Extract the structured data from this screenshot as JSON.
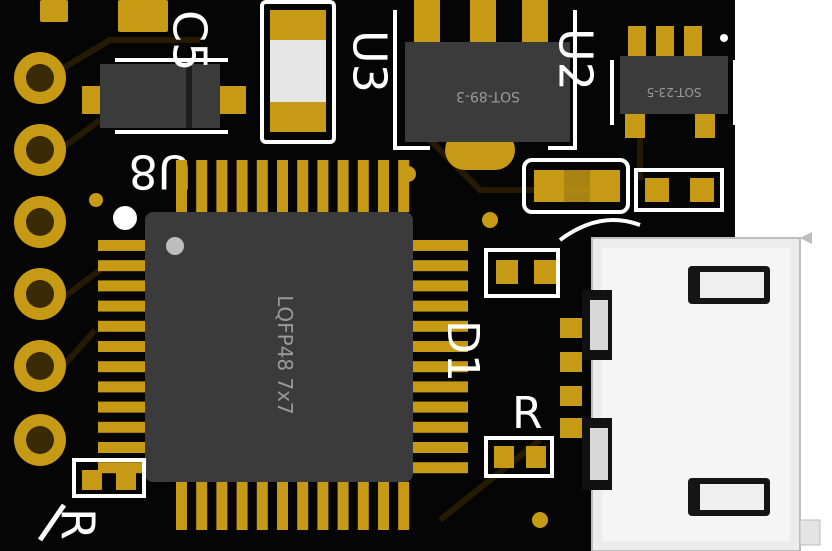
{
  "board": {
    "colors": {
      "soldermask": "#050505",
      "copper_pad": "#c79a16",
      "silkscreen": "#ffffff",
      "ic_body": "#3b3b3b",
      "usb_metal": "#e8e8e8"
    },
    "silkscreen_labels": {
      "c5": "C5",
      "u3": "U3",
      "u2": "U2",
      "u8": "U8",
      "d1": "D1",
      "r": "R"
    },
    "ic_markings": {
      "mcu": "LQFP48  7x7",
      "regulator": "SOT-89-3",
      "small_ic": "SOT-23-5"
    },
    "components": [
      {
        "id": "mcu",
        "package": "LQFP48 7x7",
        "icon": "ic-chip"
      },
      {
        "id": "regulator",
        "package": "SOT-89-3",
        "icon": "ic-chip"
      },
      {
        "id": "small_ic",
        "package": "SOT-23-5",
        "icon": "ic-chip"
      },
      {
        "id": "usb_connector",
        "package": "micro-USB",
        "icon": "usb-connector"
      },
      {
        "id": "header_pins",
        "count": 6,
        "icon": "through-hole-pad"
      }
    ]
  }
}
